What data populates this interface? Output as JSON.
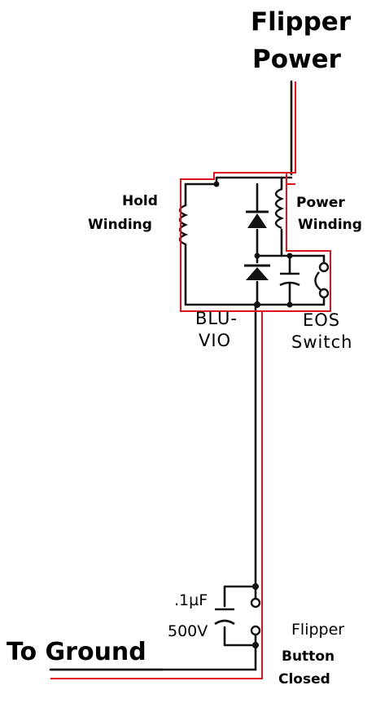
{
  "title_line1": "Flipper",
  "title_line2": "Power",
  "labels": {
    "hold_line1": "Hold",
    "hold_line2": "Winding",
    "power_line1": "Power",
    "power_line2": "Winding",
    "wire_line1": "BLU-",
    "wire_line2": "VIO",
    "eos_line1": "EOS",
    "eos_line2": "Switch",
    "cap_value": ".1µF",
    "cap_voltage": "500V",
    "button_line1": "Flipper",
    "button_line2": "Button",
    "button_line3": "Closed",
    "ground": "To Ground"
  },
  "colors": {
    "wire": "#111111",
    "current_path": "#e0141e",
    "background": "#ffffff"
  }
}
